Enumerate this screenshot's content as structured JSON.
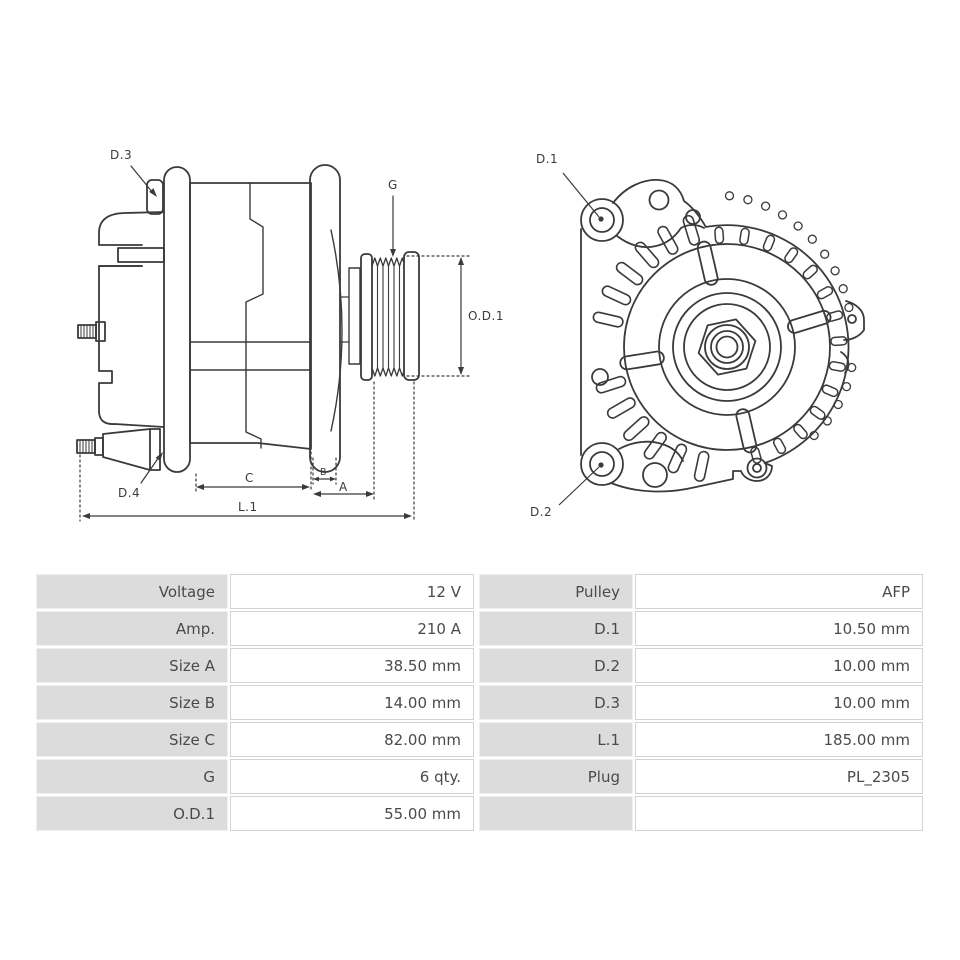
{
  "colors": {
    "line": "#3a3a3a",
    "table_label_bg": "#dcdcdc",
    "table_value_border": "#d2d2d2",
    "table_text": "#4a4a4a"
  },
  "diagram": {
    "side_view": {
      "labels": {
        "d3": "D.3",
        "d4": "D.4",
        "g": "G",
        "od1": "O.D.1",
        "c": "C",
        "b": "B",
        "a": "A",
        "l1": "L.1"
      }
    },
    "front_view": {
      "labels": {
        "d1": "D.1",
        "d2": "D.2"
      }
    }
  },
  "spec_table": {
    "left_rows": [
      {
        "label": "Voltage",
        "value": "12 V"
      },
      {
        "label": "Amp.",
        "value": "210 A"
      },
      {
        "label": "Size A",
        "value": "38.50 mm"
      },
      {
        "label": "Size B",
        "value": "14.00 mm"
      },
      {
        "label": "Size C",
        "value": "82.00 mm"
      },
      {
        "label": "G",
        "value": "6 qty."
      },
      {
        "label": "O.D.1",
        "value": "55.00 mm"
      }
    ],
    "right_rows": [
      {
        "label": "Pulley",
        "value": "AFP"
      },
      {
        "label": "D.1",
        "value": "10.50 mm"
      },
      {
        "label": "D.2",
        "value": "10.00 mm"
      },
      {
        "label": "D.3",
        "value": "10.00 mm"
      },
      {
        "label": "L.1",
        "value": "185.00 mm"
      },
      {
        "label": "Plug",
        "value": "PL_2305"
      },
      {
        "label": "",
        "value": ""
      }
    ]
  }
}
